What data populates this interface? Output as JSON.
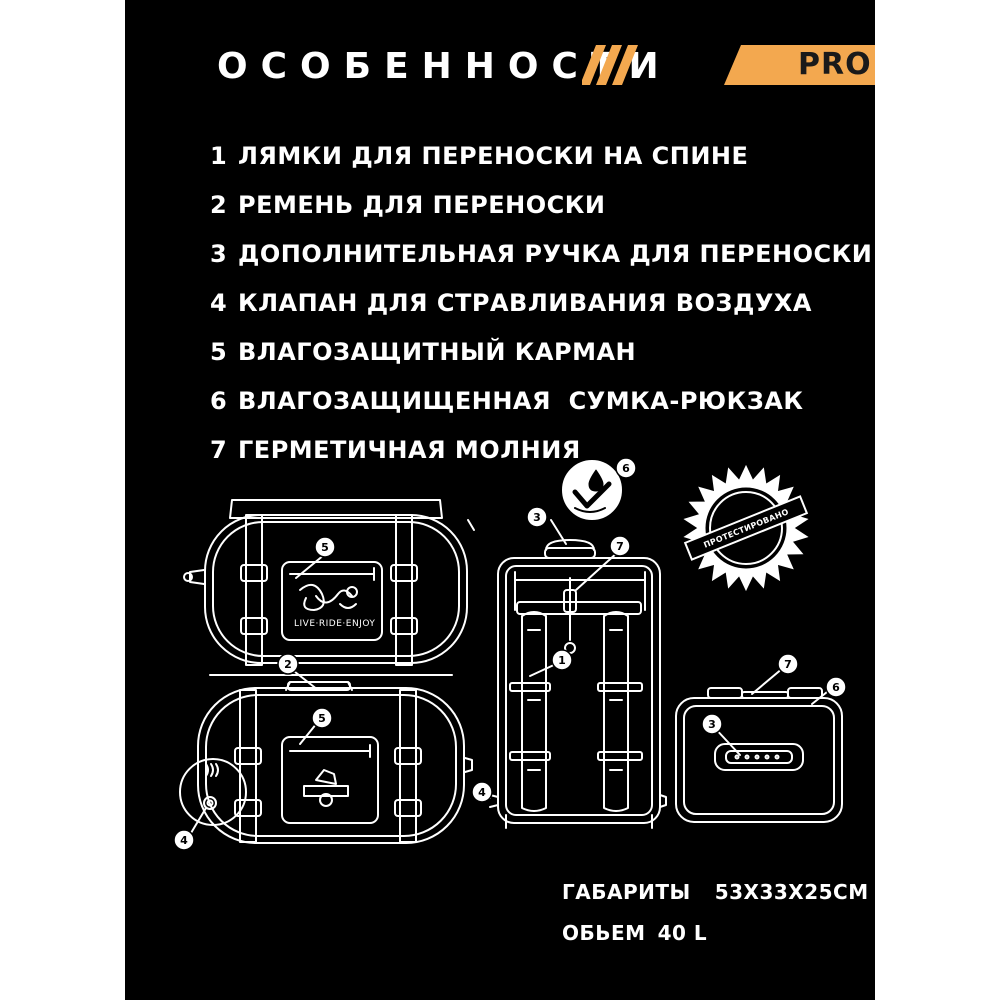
{
  "header": {
    "title": "ОСОБЕННОСТИ",
    "tag": "PRO"
  },
  "features": [
    {
      "num": "1",
      "text": "ЛЯМКИ ДЛЯ ПЕРЕНОСКИ НА СПИНЕ"
    },
    {
      "num": "2",
      "text": "РЕМЕНЬ ДЛЯ ПЕРЕНОСКИ"
    },
    {
      "num": "3",
      "text": "ДОПОЛНИТЕЛЬНАЯ РУЧКА ДЛЯ ПЕРЕНОСКИ"
    },
    {
      "num": "4",
      "text": "КЛАПАН ДЛЯ СТРАВЛИВАНИЯ ВОЗДУХА"
    },
    {
      "num": "5",
      "text": "ВЛАГОЗАЩИТНЫЙ КАРМАН"
    },
    {
      "num": "6",
      "text": "ВЛАГОЗАЩИЩЕННАЯ  СУМКА-РЮКЗАК"
    },
    {
      "num": "7",
      "text": "ГЕРМЕТИЧНАЯ МОЛНИЯ"
    }
  ],
  "specs": {
    "dimensions_label": "ГАБАРИТЫ",
    "dimensions_value": "53Х33Х25СМ",
    "volume_label": "ОБЬЕМ",
    "volume_value": "40 L"
  },
  "badge": {
    "text": "ПРОТЕСТИРОВАНО"
  },
  "bag_print": {
    "slogan": "LIVE·RIDE·ENJOY"
  },
  "callouts": {
    "c1": "1",
    "c2": "2",
    "c3a": "3",
    "c3b": "3",
    "c4a": "4",
    "c4b": "4",
    "c5a": "5",
    "c5b": "5",
    "c6a": "6",
    "c6b": "6",
    "c7a": "7",
    "c7b": "7"
  },
  "colors": {
    "background": "#000000",
    "accent": "#f3a84f",
    "text": "#ffffff"
  },
  "icons": [
    "waterproof-drop-check-icon",
    "tested-badge-icon"
  ]
}
